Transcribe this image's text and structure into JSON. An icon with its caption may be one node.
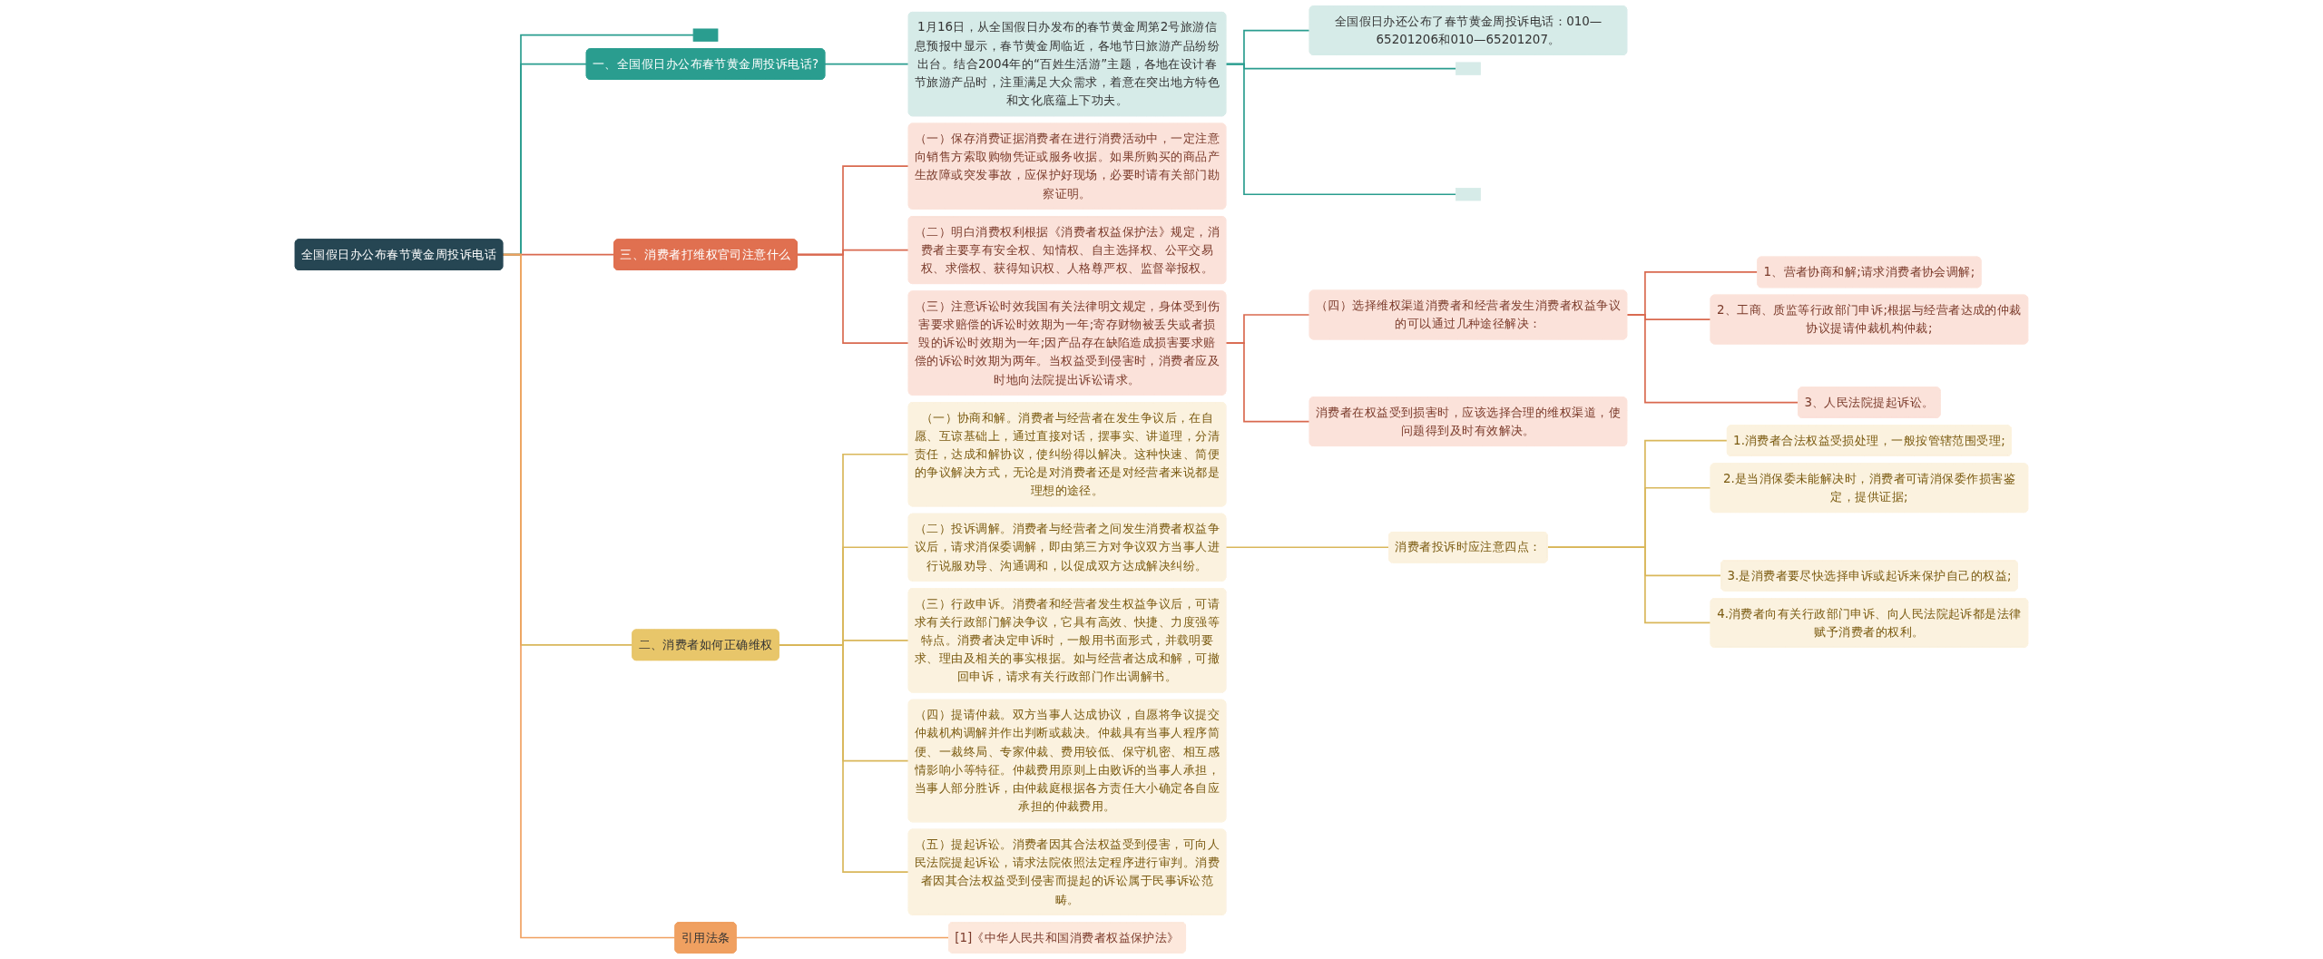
{
  "diagram": {
    "nodes": [
      {
        "text": [
          "全国假日办公布春节黄金周投诉电话"
        ]
      },
      {
        "text": [],
        "shape": "box"
      },
      {
        "text": [
          "一、全国假日办公布春节黄金周投诉电话?"
        ]
      },
      {
        "text": [
          "1月16日，从全国假日办发布的春节黄金周第2号旅游信息预报中显示，春节黄金周临近，各地节日旅游产品纷纷出台。结合2004年的“百姓生活游”主题，各地在设计春节旅游产品时，注重满足大众需求，着意在突出地方特色和文化底蕴上下功夫。"
        ]
      },
      {
        "text": [
          "全国假日办还公布了春节黄金周投诉电话：010—65201206和010—65201207。"
        ]
      },
      {
        "text": [],
        "shape": "box"
      },
      {
        "text": [],
        "shape": "box"
      },
      {
        "text": [
          "三、消费者打维权官司注意什么"
        ]
      },
      {
        "text": [
          "（一）保存消费证据消费者在进行消费活动中，一定注意向销售方索取购物凭证或服务收据。如果所购买的商品产生故障或突发事故，应保护好现场，必要时请有关部门勘察证明。"
        ]
      },
      {
        "text": [
          "（二）明白消费权利根据《消费者权益保护法》规定，消费者主要享有安全权、知情权、自主选择权、公平交易权、求偿权、获得知识权、人格尊严权、监督举报权。"
        ]
      },
      {
        "text": [
          "（三）注意诉讼时效我国有关法律明文规定，身体受到伤害要求赔偿的诉讼时效期为一年;寄存财物被丢失或者损毁的诉讼时效期为一年;因产品存在缺陷造成损害要求赔偿的诉讼时效期为两年。当权益受到侵害时，消费者应及时地向法院提出诉讼请求。"
        ]
      },
      {
        "text": [
          "（四）选择维权渠道消费者和经营者发生消费者权益争议的可以通过几种途径解决："
        ]
      },
      {
        "text": [
          "1、营者协商和解;请求消费者协会调解;"
        ]
      },
      {
        "text": [
          "2、工商、质监等行政部门申诉;根据与经营者达成的仲裁协议提请仲裁机构仲裁;"
        ]
      },
      {
        "text": [
          "3、人民法院提起诉讼。"
        ]
      },
      {
        "text": [
          "消费者在权益受到损害时，应该选择合理的维权渠道，使问题得到及时有效解决。"
        ]
      },
      {
        "text": [
          "二、消费者如何正确维权"
        ]
      },
      {
        "text": [
          "（一）协商和解。消费者与经营者在发生争议后，在自愿、互谅基础上，通过直接对话，摆事实、讲道理，分清责任，达成和解协议，使纠纷得以解决。这种快速、简便的争议解决方式，无论是对消费者还是对经营者来说都是理想的途径。"
        ]
      },
      {
        "text": [
          "（二）投诉调解。消费者与经营者之间发生消费者权益争议后，请求消保委调解，即由第三方对争议双方当事人进行说服劝导、沟通调和，以促成双方达成解决纠纷。"
        ]
      },
      {
        "text": [
          "消费者投诉时应注意四点："
        ]
      },
      {
        "text": [
          "1.消费者合法权益受损处理，一般按管辖范围受理;"
        ]
      },
      {
        "text": [
          "2.是当消保委未能解决时，消费者可请消保委作损害鉴定，提供证据;"
        ]
      },
      {
        "text": [
          "3.是消费者要尽快选择申诉或起诉来保护自己的权益;"
        ]
      },
      {
        "text": [
          "4.消费者向有关行政部门申诉、向人民法院起诉都是法律赋予消费者的权利。"
        ]
      },
      {
        "text": [
          "（三）行政申诉。消费者和经营者发生权益争议后，可请求有关行政部门解决争议，它具有高效、快捷、力度强等特点。消费者决定申诉时，一般用书面形式，并载明要求、理由及相关的事实根据。如与经营者达成和解，可撤回申诉，请求有关行政部门作出调解书。"
        ]
      },
      {
        "text": [
          "（四）提请仲裁。双方当事人达成协议，自愿将争议提交仲裁机构调解并作出判断或裁决。仲裁具有当事人程序简便、一裁终局、专家仲裁、费用较低、保守机密、相互感情影响小等特征。仲裁费用原则上由败诉的当事人承担，当事人部分胜诉，由仲裁庭根据各方责任大小确定各自应承担的仲裁费用。"
        ]
      },
      {
        "text": [
          "（五）提起诉讼。消费者因其合法权益受到侵害，可向人民法院提起诉讼，请求法院依照法定程序进行审判。消费者因其合法权益受到侵害而提起的诉讼属于民事诉讼范畴。"
        ]
      },
      {
        "text": [
          "引用法条"
        ]
      },
      {
        "text": [
          "[1]《中华人民共和国消费者权益保护法》"
        ]
      }
    ],
    "edges": [
      {
        "from": 0,
        "to": 1,
        "arrow": "none",
        "color": "#2a9d8f"
      },
      {
        "from": 0,
        "to": 2,
        "arrow": "none",
        "color": "#2a9d8f"
      },
      {
        "from": 2,
        "to": 3,
        "arrow": "none",
        "color": "#2a9d8f"
      },
      {
        "from": 3,
        "to": 4,
        "arrow": "none",
        "color": "#2a9d8f"
      },
      {
        "from": 3,
        "to": 5,
        "arrow": "none",
        "color": "#2a9d8f"
      },
      {
        "from": 3,
        "to": 6,
        "arrow": "none",
        "color": "#2a9d8f"
      },
      {
        "from": 0,
        "to": 7,
        "arrow": "none",
        "color": "#d9694f"
      },
      {
        "from": 7,
        "to": 8,
        "arrow": "none",
        "color": "#d9694f"
      },
      {
        "from": 7,
        "to": 9,
        "arrow": "none",
        "color": "#d9694f"
      },
      {
        "from": 7,
        "to": 10,
        "arrow": "none",
        "color": "#d9694f"
      },
      {
        "from": 10,
        "to": 11,
        "arrow": "none",
        "color": "#d9694f"
      },
      {
        "from": 11,
        "to": 12,
        "arrow": "none",
        "color": "#d9694f"
      },
      {
        "from": 11,
        "to": 13,
        "arrow": "none",
        "color": "#d9694f"
      },
      {
        "from": 11,
        "to": 14,
        "arrow": "none",
        "color": "#d9694f"
      },
      {
        "from": 10,
        "to": 15,
        "arrow": "none",
        "color": "#d9694f"
      },
      {
        "from": 0,
        "to": 16,
        "arrow": "none"
      },
      {
        "from": 16,
        "to": 17,
        "arrow": "none"
      },
      {
        "from": 16,
        "to": 18,
        "arrow": "none"
      },
      {
        "from": 18,
        "to": 19,
        "arrow": "none"
      },
      {
        "from": 19,
        "to": 20,
        "arrow": "none"
      },
      {
        "from": 19,
        "to": 21,
        "arrow": "none"
      },
      {
        "from": 19,
        "to": 22,
        "arrow": "none"
      },
      {
        "from": 19,
        "to": 23,
        "arrow": "none"
      },
      {
        "from": 16,
        "to": 24,
        "arrow": "none"
      },
      {
        "from": 16,
        "to": 25,
        "arrow": "none"
      },
      {
        "from": 16,
        "to": 26,
        "arrow": "none"
      },
      {
        "from": 0,
        "to": 27,
        "arrow": "none",
        "color": "#f0a060"
      },
      {
        "from": 27,
        "to": 28,
        "arrow": "none",
        "color": "#f0a060"
      }
    ]
  }
}
